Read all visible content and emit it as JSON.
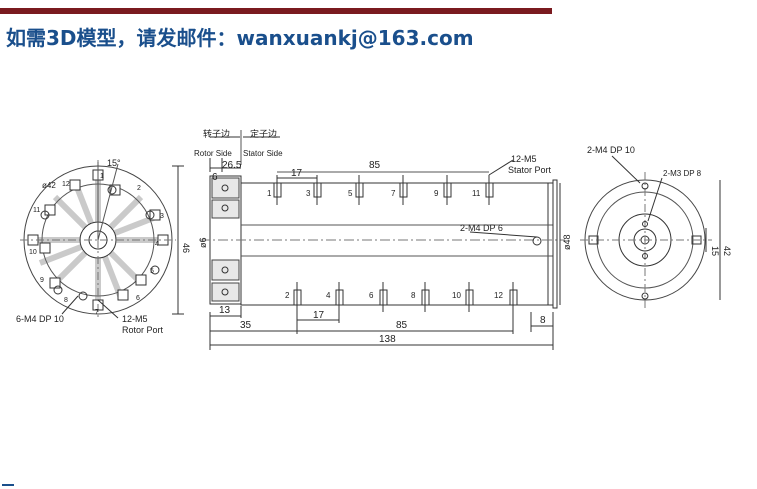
{
  "header": {
    "contact_text": "如需3D模型，请发邮件：wanxuankj@163.com",
    "accent_color": "#7a1a1f",
    "text_color": "#1a4f8c"
  },
  "front_view": {
    "diameter": "ø42",
    "angle": "15°",
    "height": "46",
    "holes_label": "6-M4 DP 10",
    "port_label": "12-M5",
    "port_sub": "Rotor Port",
    "port_numbers": [
      "1",
      "2",
      "3",
      "4",
      "5",
      "6",
      "7",
      "8",
      "9",
      "10",
      "11",
      "12"
    ]
  },
  "side_view": {
    "rotor_cn": "转子边",
    "rotor_en": "Rotor Side",
    "stator_cn": "定子边",
    "stator_en": "Stator Side",
    "dim_6": "6",
    "dim_26_5": "26.5",
    "dim_17_top": "17",
    "dim_85_top": "85",
    "stator_port_label": "12-M5",
    "stator_port_sub": "Stator Port",
    "top_ports": [
      "1",
      "3",
      "5",
      "7",
      "9",
      "11"
    ],
    "bottom_ports": [
      "2",
      "4",
      "6",
      "8",
      "10",
      "12"
    ],
    "mount_label": "2-M4 DP 6",
    "shaft_dia": "ø6",
    "body_dia": "ø48",
    "dim_13": "13",
    "dim_35": "35",
    "dim_17_bottom": "17",
    "dim_85_bottom": "85",
    "dim_8": "8",
    "dim_138": "138"
  },
  "end_view": {
    "holes_a": "2-M4 DP 10",
    "holes_b": "2-M3 DP 8",
    "dim_15": "15",
    "dim_42": "42"
  }
}
